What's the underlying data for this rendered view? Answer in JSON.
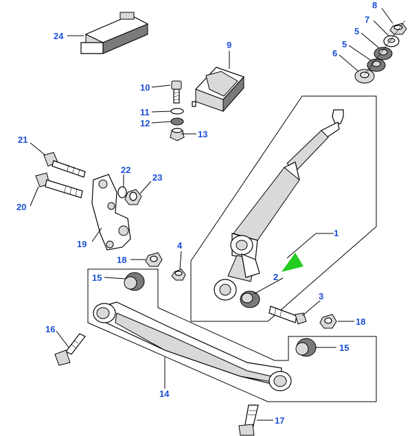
{
  "labels": {
    "l1": "1",
    "l2": "2",
    "l3": "3",
    "l4": "4",
    "l5a": "5",
    "l5b": "5",
    "l6": "6",
    "l7": "7",
    "l8": "8",
    "l9": "9",
    "l10": "10",
    "l11": "11",
    "l12": "12",
    "l13": "13",
    "l14": "14",
    "l15a": "15",
    "l15b": "15",
    "l16": "16",
    "l17": "17",
    "l18a": "18",
    "l18b": "18",
    "l19": "19",
    "l20": "20",
    "l21": "21",
    "l22": "22",
    "l23": "23",
    "l24": "24"
  },
  "colors": {
    "callout": "#1a4fd6",
    "pointer": "#22cc22",
    "line": "#000000"
  }
}
